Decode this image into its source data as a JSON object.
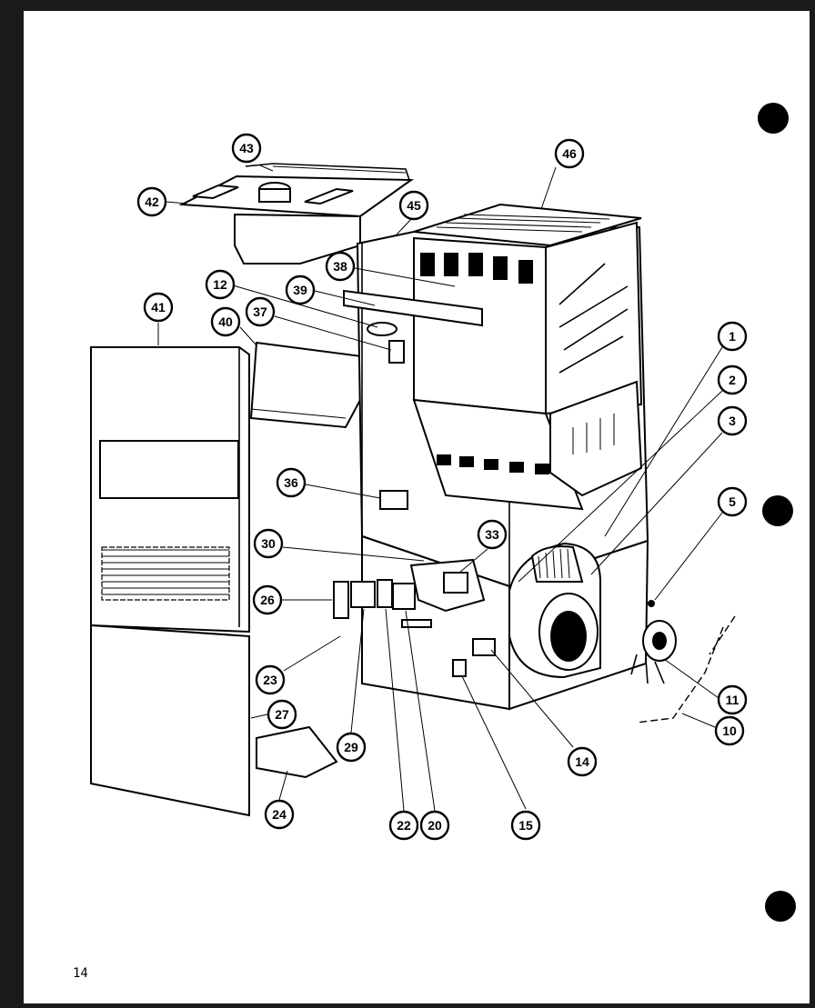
{
  "page_number": "14",
  "callouts": [
    {
      "id": "c1",
      "label": "1"
    },
    {
      "id": "c2",
      "label": "2"
    },
    {
      "id": "c3",
      "label": "3"
    },
    {
      "id": "c5",
      "label": "5"
    },
    {
      "id": "c10",
      "label": "10"
    },
    {
      "id": "c11",
      "label": "11"
    },
    {
      "id": "c12",
      "label": "12"
    },
    {
      "id": "c14",
      "label": "14"
    },
    {
      "id": "c15",
      "label": "15"
    },
    {
      "id": "c20",
      "label": "20"
    },
    {
      "id": "c22",
      "label": "22"
    },
    {
      "id": "c23",
      "label": "23"
    },
    {
      "id": "c24",
      "label": "24"
    },
    {
      "id": "c26",
      "label": "26"
    },
    {
      "id": "c27",
      "label": "27"
    },
    {
      "id": "c29",
      "label": "29"
    },
    {
      "id": "c30",
      "label": "30"
    },
    {
      "id": "c33",
      "label": "33"
    },
    {
      "id": "c36",
      "label": "36"
    },
    {
      "id": "c37",
      "label": "37"
    },
    {
      "id": "c38",
      "label": "38"
    },
    {
      "id": "c39",
      "label": "39"
    },
    {
      "id": "c40",
      "label": "40"
    },
    {
      "id": "c41",
      "label": "41"
    },
    {
      "id": "c42",
      "label": "42"
    },
    {
      "id": "c43",
      "label": "43"
    },
    {
      "id": "c45",
      "label": "45"
    },
    {
      "id": "c46",
      "label": "46"
    }
  ]
}
